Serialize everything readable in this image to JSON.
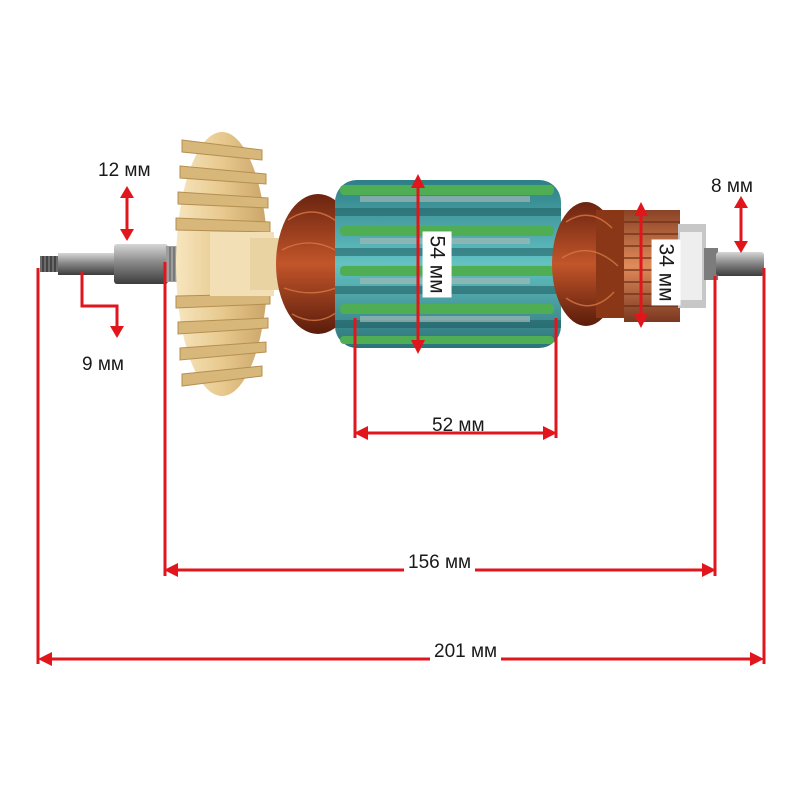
{
  "product": "armature",
  "colors": {
    "dimension_lines": "#e0161c",
    "fan": "#efd7a8",
    "copper_winding": "#9b3a18",
    "core_laminations": "#3e9ea4",
    "commutator": "#b9673e",
    "shaft": "#8c8c8c"
  },
  "dimensions": {
    "shaft_diameter_label": "12 мм",
    "shaft_step_label": "9 мм",
    "rear_shaft_label": "8 мм",
    "core_diameter_label": "54 мм",
    "commutator_diameter_label": "34 мм",
    "core_length_label": "52 мм",
    "bearing_span_label": "156 мм",
    "overall_length_label": "201 мм"
  }
}
